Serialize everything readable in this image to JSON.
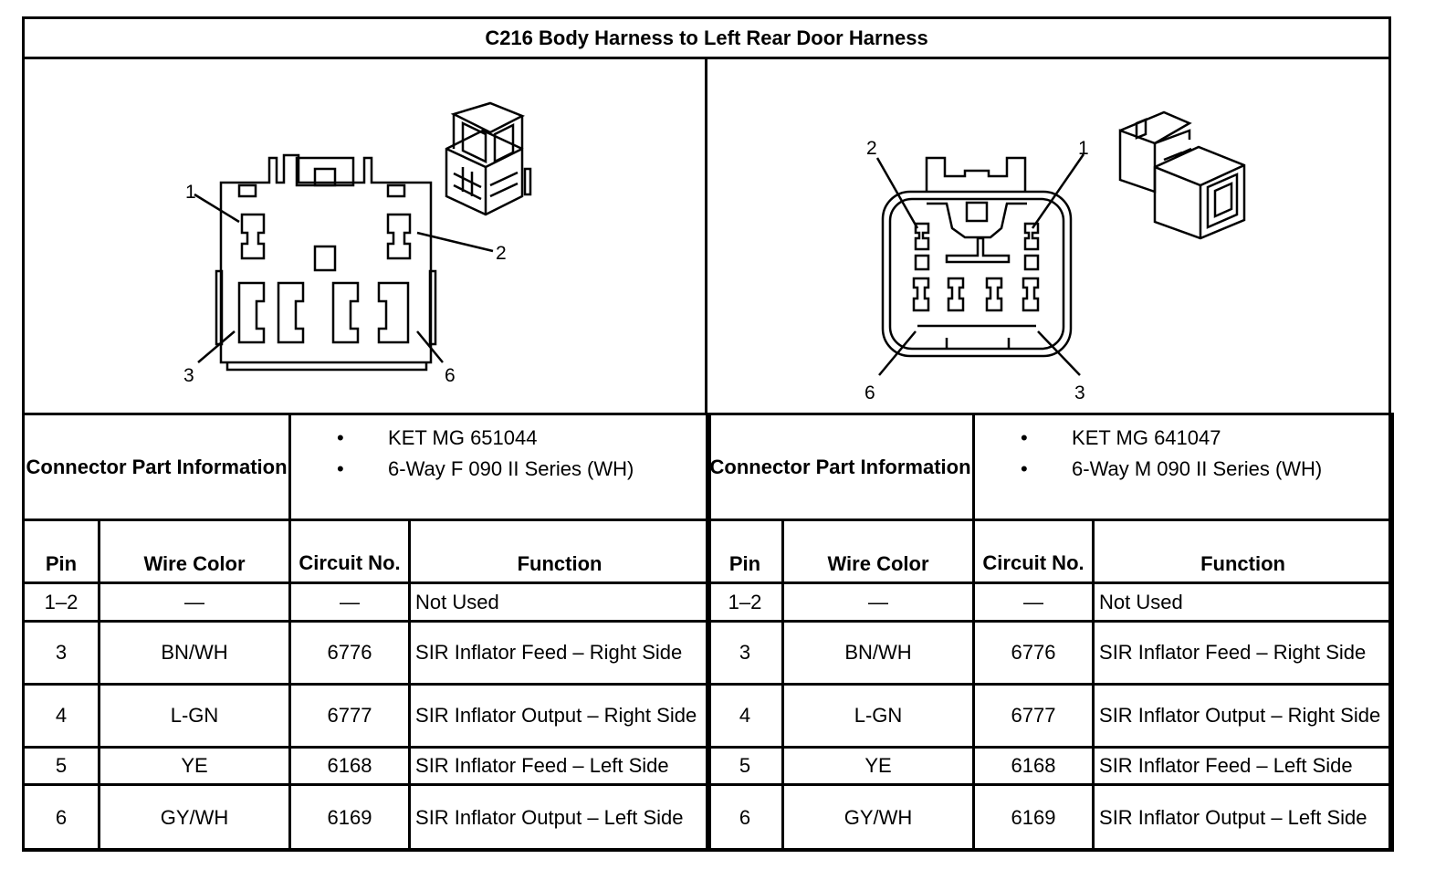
{
  "title": "C216 Body Harness to Left Rear Door Harness",
  "left": {
    "pin_labels": {
      "p1": "1",
      "p2": "2",
      "p3": "3",
      "p6": "6"
    },
    "connector_label": "Connector Part Information",
    "connector_info": [
      "KET MG 651044",
      "6-Way F 090 II Series (WH)"
    ],
    "headers": {
      "pin": "Pin",
      "wire_color": "Wire Color",
      "circuit": "Circuit No.",
      "function": "Function"
    },
    "rows": [
      {
        "pin": "1–2",
        "wire_color": "—",
        "circuit": "—",
        "function": "Not Used"
      },
      {
        "pin": "3",
        "wire_color": "BN/WH",
        "circuit": "6776",
        "function": "SIR Inflator Feed – Right Side"
      },
      {
        "pin": "4",
        "wire_color": "L-GN",
        "circuit": "6777",
        "function": "SIR Inflator Output – Right Side"
      },
      {
        "pin": "5",
        "wire_color": "YE",
        "circuit": "6168",
        "function": "SIR Inflator Feed – Left Side"
      },
      {
        "pin": "6",
        "wire_color": "GY/WH",
        "circuit": "6169",
        "function": "SIR Inflator Output – Left Side"
      }
    ]
  },
  "right": {
    "pin_labels": {
      "p1": "1",
      "p2": "2",
      "p3": "3",
      "p6": "6"
    },
    "connector_label": "Connector Part Information",
    "connector_info": [
      "KET MG 641047",
      "6-Way M 090 II Series (WH)"
    ],
    "headers": {
      "pin": "Pin",
      "wire_color": "Wire Color",
      "circuit": "Circuit No.",
      "function": "Function"
    },
    "rows": [
      {
        "pin": "1–2",
        "wire_color": "—",
        "circuit": "—",
        "function": "Not Used"
      },
      {
        "pin": "3",
        "wire_color": "BN/WH",
        "circuit": "6776",
        "function": "SIR Inflator Feed – Right Side"
      },
      {
        "pin": "4",
        "wire_color": "L-GN",
        "circuit": "6777",
        "function": "SIR Inflator Output – Right Side"
      },
      {
        "pin": "5",
        "wire_color": "YE",
        "circuit": "6168",
        "function": "SIR Inflator Feed – Left Side"
      },
      {
        "pin": "6",
        "wire_color": "GY/WH",
        "circuit": "6169",
        "function": "SIR Inflator Output – Left Side"
      }
    ]
  }
}
